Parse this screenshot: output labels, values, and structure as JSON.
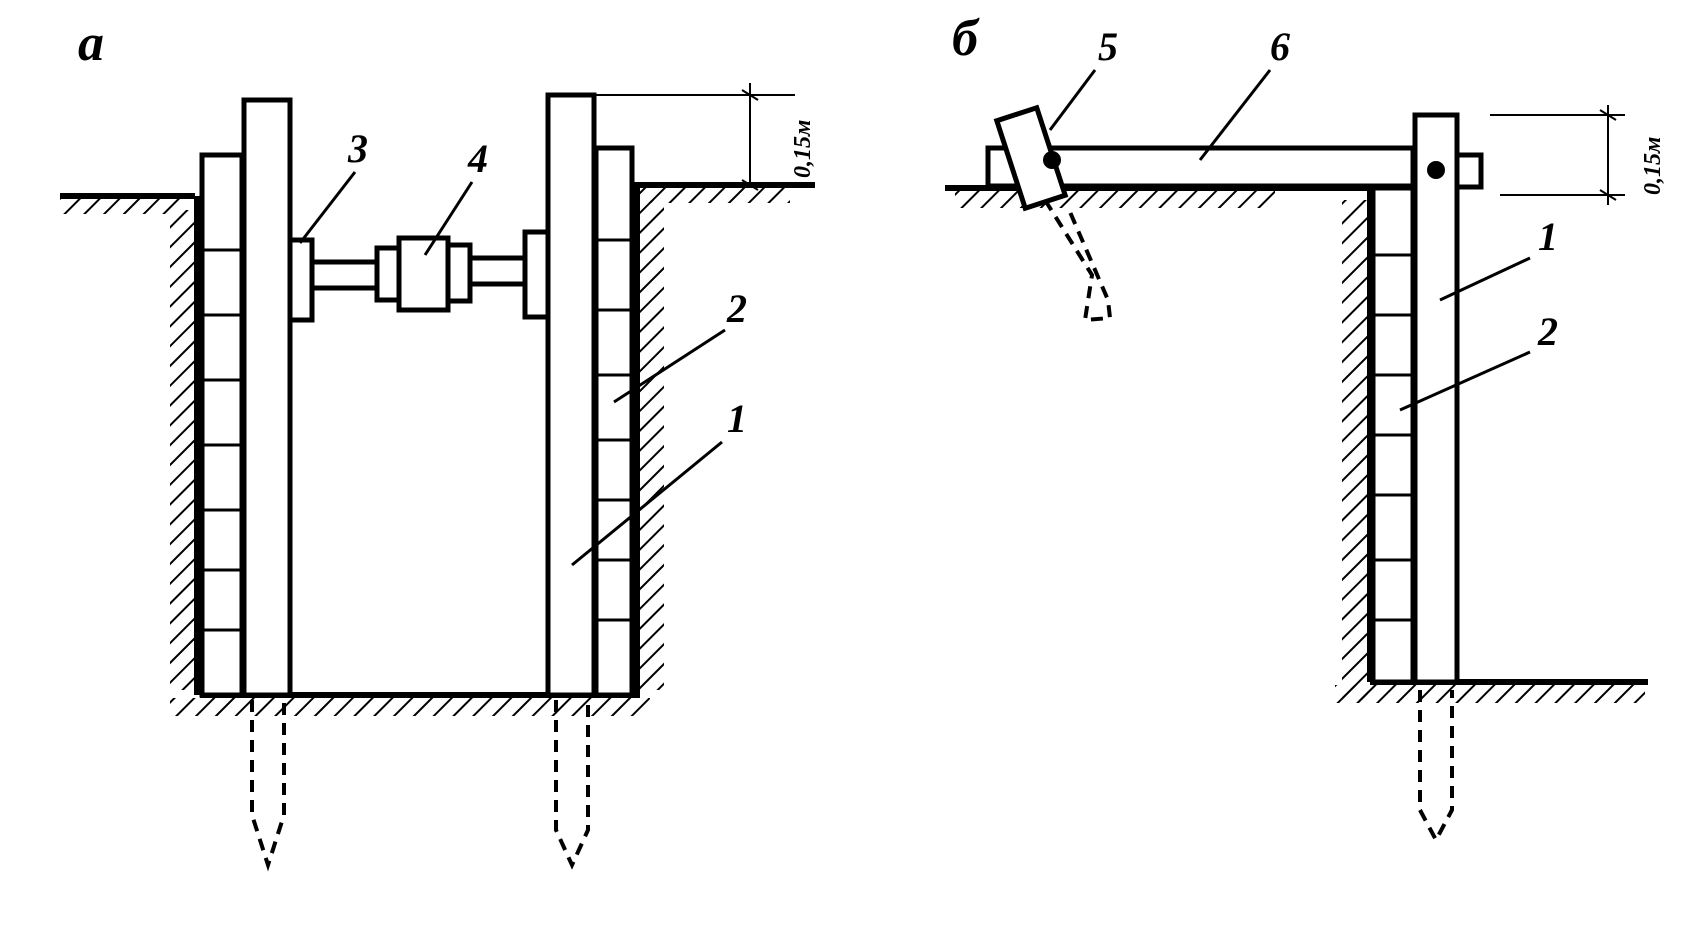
{
  "panels": {
    "a": {
      "letter": "а",
      "dimension": "0,15м",
      "callouts": {
        "c1": "1",
        "c2": "2",
        "c3": "3",
        "c4": "4"
      }
    },
    "b": {
      "letter": "б",
      "dimension": "0,15м",
      "callouts": {
        "c1": "1",
        "c2": "2",
        "c5": "5",
        "c6": "6"
      }
    }
  },
  "colors": {
    "ink": "#000000",
    "paper": "#ffffff"
  }
}
